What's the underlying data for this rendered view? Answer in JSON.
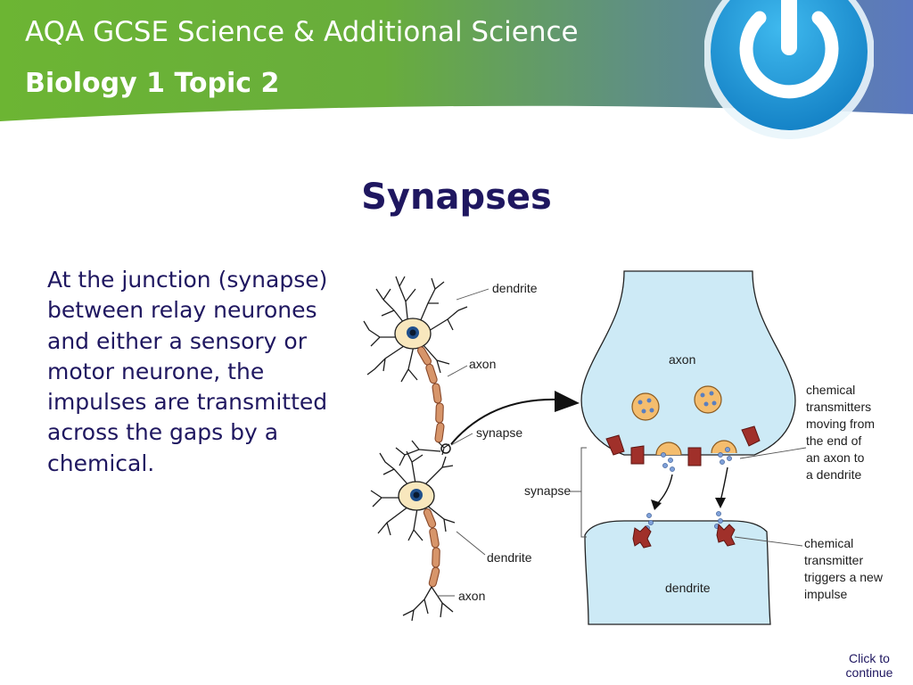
{
  "header": {
    "course_title": "AQA GCSE Science & Additional Science",
    "topic_title": "Biology 1 Topic 2",
    "colors": {
      "green": "#6cb533",
      "blue": "#5b78c0",
      "logo_blue": "#1e9bd8"
    }
  },
  "page": {
    "title": "Synapses",
    "body_text": "At the junction (synapse) between relay neurones and either a sensory or motor neurone, the impulses are transmitted across the gaps by a chemical."
  },
  "diagram": {
    "labels": {
      "dendrite_top": "dendrite",
      "axon_top": "axon",
      "synapse_small": "synapse",
      "dendrite_bottom": "dendrite",
      "axon_bottom": "axon",
      "axon_terminal": "axon",
      "synapse_gap": "synapse",
      "dendrite_receiving": "dendrite"
    },
    "notes": {
      "transmitters": [
        "chemical",
        "transmitters",
        "moving from",
        "the end of",
        "an axon to",
        "a dendrite"
      ],
      "trigger": [
        "chemical",
        "transmitter",
        "triggers a new",
        "impulse"
      ]
    }
  },
  "nav": {
    "line1": "Click to",
    "line2": "continue"
  }
}
